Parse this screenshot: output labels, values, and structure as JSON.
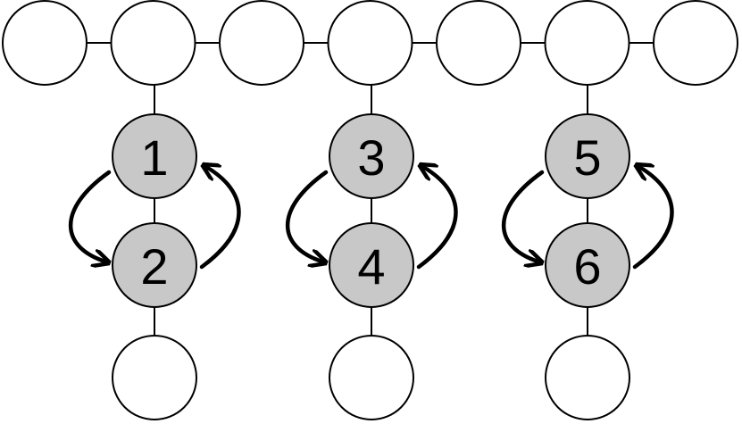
{
  "colors": {
    "background": "#ffffff",
    "stroke": "#000000",
    "empty_node_fill": "#ffffff",
    "labeled_node_fill": "#c8c8c8"
  },
  "top_row": {
    "node_count": 7
  },
  "columns": [
    {
      "upper_node": {
        "label": "1"
      },
      "lower_node": {
        "label": "2"
      },
      "bottom_node": {
        "label": ""
      },
      "arrows": [
        "down-left",
        "up-right"
      ]
    },
    {
      "upper_node": {
        "label": "3"
      },
      "lower_node": {
        "label": "4"
      },
      "bottom_node": {
        "label": ""
      },
      "arrows": [
        "down-left",
        "up-right"
      ]
    },
    {
      "upper_node": {
        "label": "5"
      },
      "lower_node": {
        "label": "6"
      },
      "bottom_node": {
        "label": ""
      },
      "arrows": [
        "down-left",
        "up-right"
      ]
    }
  ]
}
